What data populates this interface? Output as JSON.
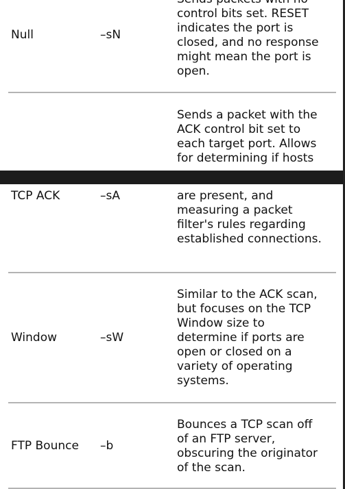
{
  "rows": [
    {
      "name": "Null",
      "option": "–sN",
      "description_lines": [
        "Sends packets with no",
        "control bits set. RESET",
        "indicates the port is",
        "closed, and no response",
        "might mean the port is",
        "open."
      ]
    },
    {
      "name": "TCP ACK",
      "option": "–sA",
      "description_lines_before_break": [
        "Sends a packet with the",
        "ACK control bit set to",
        "each target port. Allows",
        "for determining if hosts"
      ],
      "description_lines_after_break": [
        "are present, and",
        "measuring a packet",
        "filter's rules regarding",
        "established connections."
      ]
    },
    {
      "name": "Window",
      "option": "–sW",
      "description_lines": [
        "Similar to the ACK scan,",
        "but focuses on the TCP",
        "Window size to",
        "determine if ports are",
        "open or closed on a",
        "variety of operating",
        "systems."
      ]
    },
    {
      "name": "FTP Bounce",
      "option": "–b",
      "description_lines": [
        "Bounces a TCP scan off",
        "of an FTP server,",
        "obscuring the originator",
        "of the scan."
      ]
    }
  ]
}
